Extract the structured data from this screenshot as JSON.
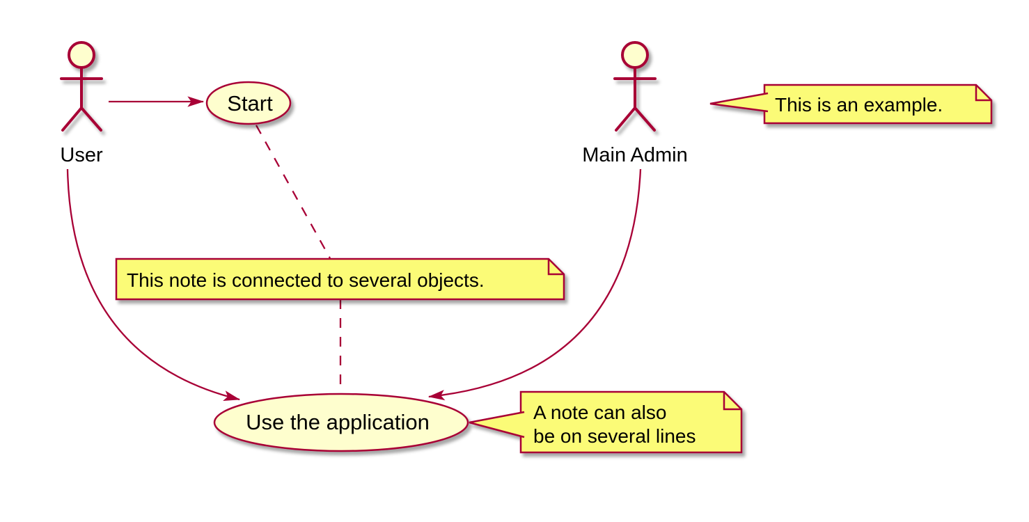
{
  "colors": {
    "background": "#FFFFFF",
    "stroke": "#A80036",
    "shape_fill": "#FEFECE",
    "note_fill": "#FBFB77",
    "text": "#000000"
  },
  "actors": [
    {
      "id": "user",
      "label": "User"
    },
    {
      "id": "main-admin",
      "label": "Main Admin"
    }
  ],
  "usecases": [
    {
      "id": "start",
      "label": "Start"
    },
    {
      "id": "use-application",
      "label": "Use the application"
    }
  ],
  "notes": [
    {
      "id": "example",
      "lines": [
        "This is an example."
      ],
      "attached_to": "main-admin"
    },
    {
      "id": "several-objects",
      "lines": [
        "This note is connected to several objects."
      ],
      "attached_to": "start, use-application"
    },
    {
      "id": "multiline",
      "lines": [
        "A note can also",
        "be on several lines"
      ],
      "attached_to": "use-application"
    }
  ],
  "edges": [
    {
      "from": "user",
      "to": "start",
      "type": "arrow"
    },
    {
      "from": "user",
      "to": "use-application",
      "type": "arrow"
    },
    {
      "from": "main-admin",
      "to": "use-application",
      "type": "arrow"
    }
  ]
}
